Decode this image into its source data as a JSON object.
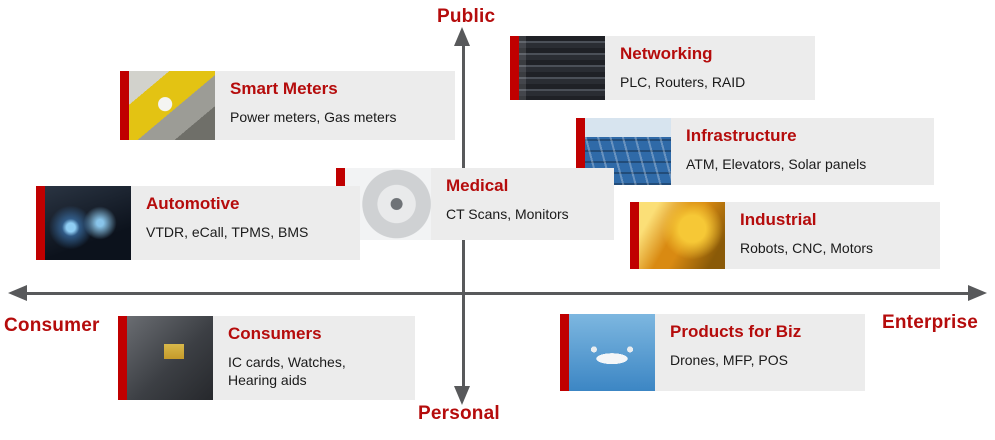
{
  "axes": {
    "top": "Public",
    "bottom": "Personal",
    "left": "Consumer",
    "right": "Enterprise"
  },
  "colors": {
    "title_red": "#b50c0c",
    "accent_bar_red": "#c00000",
    "axis_gray": "#58595b",
    "card_background": "#ececec"
  },
  "cards": [
    {
      "title": "Smart Meters",
      "subtitle": "Power meters, Gas meters",
      "image": "smart-meter-photo"
    },
    {
      "title": "Networking",
      "subtitle": "PLC, Routers, RAID",
      "image": "server-rack-photo"
    },
    {
      "title": "Infrastructure",
      "subtitle": "ATM, Elevators, Solar panels",
      "image": "solar-panel-photo"
    },
    {
      "title": "Medical",
      "subtitle": "CT Scans, Monitors",
      "image": "ct-scanner-photo"
    },
    {
      "title": "Automotive",
      "subtitle": "VTDR, eCall, TPMS, BMS",
      "image": "car-photo"
    },
    {
      "title": "Industrial",
      "subtitle": "Robots, CNC, Motors",
      "image": "robot-arm-photo"
    },
    {
      "title": "Consumers",
      "subtitle": "IC cards, Watches,\nHearing aids",
      "image": "ic-card-photo"
    },
    {
      "title": "Products for Biz",
      "subtitle": "Drones, MFP, POS",
      "image": "drone-photo"
    }
  ]
}
